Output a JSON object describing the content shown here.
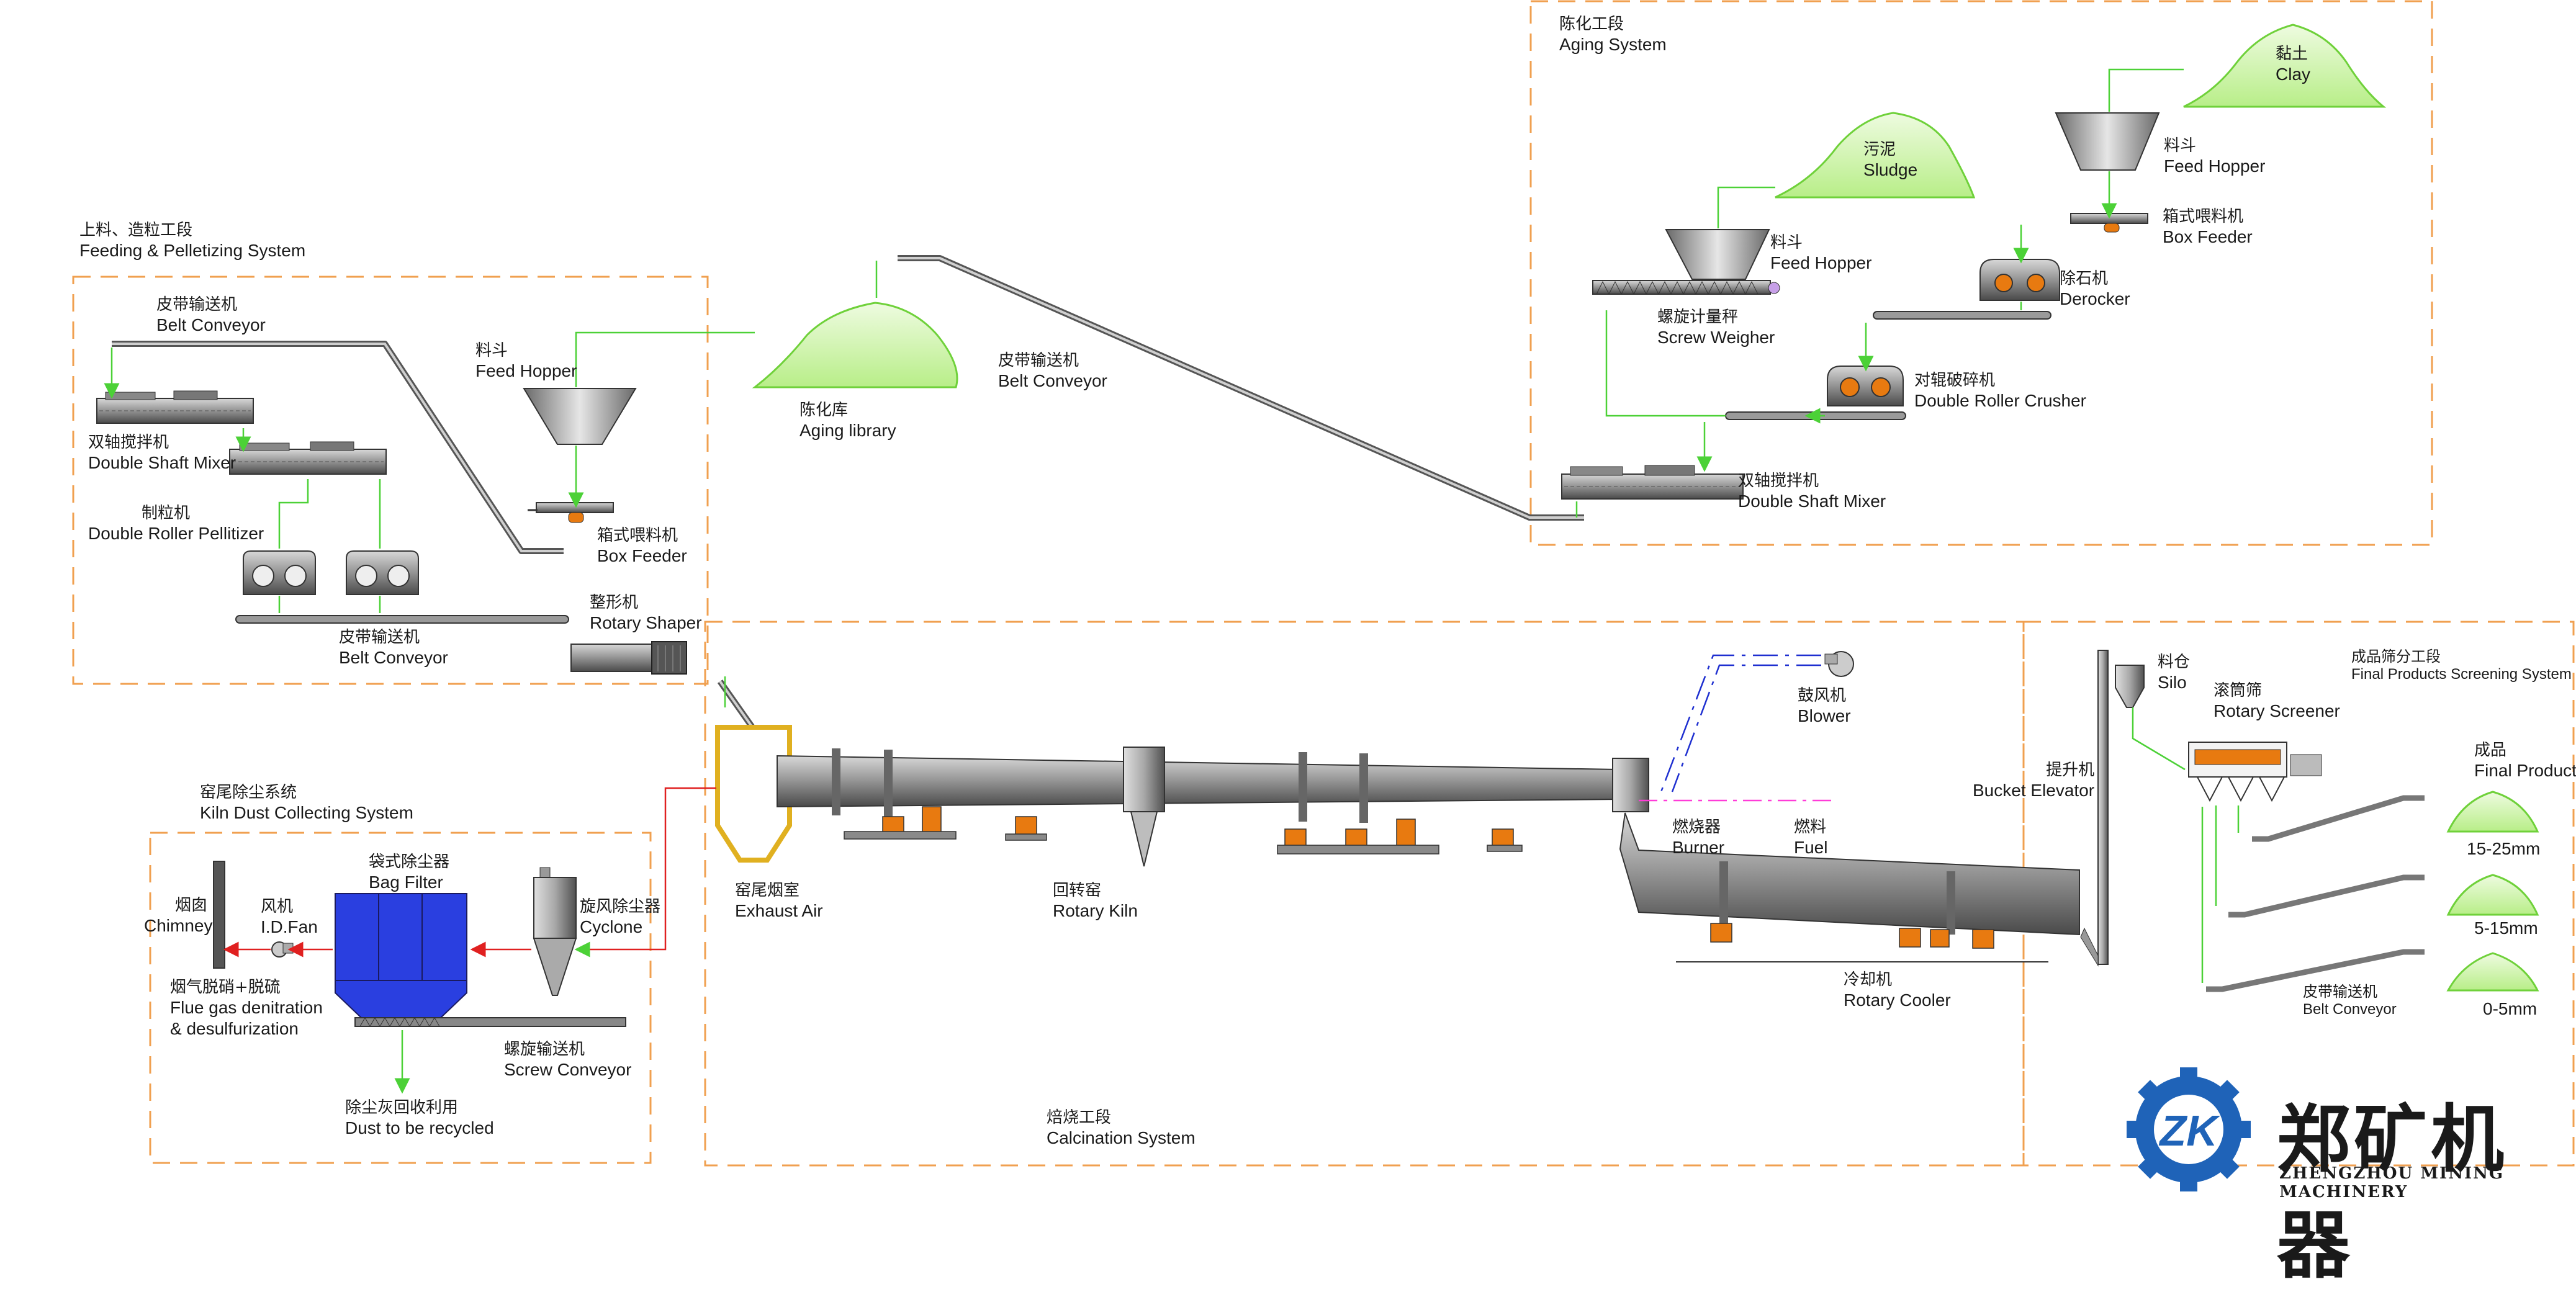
{
  "systems": {
    "feeding": {
      "zh": "上料、造粒工段",
      "en": "Feeding & Pelletizing System"
    },
    "aging": {
      "zh": "陈化工段",
      "en": "Aging System"
    },
    "kiln_dust": {
      "zh": "窑尾除尘系统",
      "en": "Kiln Dust Collecting System"
    },
    "calcination": {
      "zh": "焙烧工段",
      "en": "Calcination System"
    },
    "screening": {
      "zh": "成品筛分工段",
      "en": "Final Products Screening System"
    }
  },
  "labels": {
    "belt_conveyor_1": {
      "zh": "皮带输送机",
      "en": "Belt Conveyor"
    },
    "double_shaft_mixer_1": {
      "zh": "双轴搅拌机",
      "en": "Double Shaft Mixer"
    },
    "pelletizer": {
      "zh": "制粒机",
      "en": "Double Roller Pellitizer"
    },
    "belt_conveyor_2": {
      "zh": "皮带输送机",
      "en": "Belt Conveyor"
    },
    "feed_hopper_1": {
      "zh": "料斗",
      "en": "Feed Hopper"
    },
    "box_feeder_1": {
      "zh": "箱式喂料机",
      "en": "Box Feeder"
    },
    "rotary_shaper": {
      "zh": "整形机",
      "en": "Rotary Shaper"
    },
    "aging_library": {
      "zh": "陈化库",
      "en": "Aging library"
    },
    "belt_conveyor_3": {
      "zh": "皮带输送机",
      "en": "Belt Conveyor"
    },
    "sludge": {
      "zh": "污泥",
      "en": "Sludge"
    },
    "feed_hopper_2": {
      "zh": "料斗",
      "en": "Feed Hopper"
    },
    "screw_weigher": {
      "zh": "螺旋计量秤",
      "en": "Screw Weigher"
    },
    "clay": {
      "zh": "黏土",
      "en": "Clay"
    },
    "feed_hopper_3": {
      "zh": "料斗",
      "en": "Feed Hopper"
    },
    "box_feeder_2": {
      "zh": "箱式喂料机",
      "en": "Box Feeder"
    },
    "derocker": {
      "zh": "除石机",
      "en": "Derocker"
    },
    "double_roller_crusher": {
      "zh": "对辊破碎机",
      "en": "Double Roller Crusher"
    },
    "double_shaft_mixer_2": {
      "zh": "双轴搅拌机",
      "en": "Double Shaft Mixer"
    },
    "chimney": {
      "zh": "烟囱",
      "en": "Chimney"
    },
    "id_fan": {
      "zh": "风机",
      "en": "I.D.Fan"
    },
    "bag_filter": {
      "zh": "袋式除尘器",
      "en": "Bag Filter"
    },
    "cyclone": {
      "zh": "旋风除尘器",
      "en": "Cyclone"
    },
    "flue_gas": {
      "zh": "烟气脱硝+脱硫",
      "en1": "Flue gas denitration",
      "en2": "& desulfurization"
    },
    "screw_conveyor": {
      "zh": "螺旋输送机",
      "en": "Screw Conveyor"
    },
    "dust_recycled": {
      "zh": "除尘灰回收利用",
      "en": "Dust to be recycled"
    },
    "exhaust_air": {
      "zh": "窑尾烟室",
      "en": "Exhaust Air"
    },
    "rotary_kiln": {
      "zh": "回转窑",
      "en": "Rotary Kiln"
    },
    "blower": {
      "zh": "鼓风机",
      "en": "Blower"
    },
    "burner": {
      "zh": "燃烧器",
      "en": "Burner"
    },
    "fuel": {
      "zh": "燃料",
      "en": "Fuel"
    },
    "rotary_cooler": {
      "zh": "冷却机",
      "en": "Rotary Cooler"
    },
    "bucket_elevator": {
      "zh": "提升机",
      "en": "Bucket Elevator"
    },
    "silo": {
      "zh": "料仓",
      "en": "Silo"
    },
    "rotary_screener": {
      "zh": "滚筒筛",
      "en": "Rotary Screener"
    },
    "final_products": {
      "zh": "成品",
      "en": "Final Products"
    },
    "belt_conveyor_4": {
      "zh": "皮带输送机",
      "en": "Belt Conveyor"
    }
  },
  "sizes": {
    "s1": "15-25mm",
    "s2": "5-15mm",
    "s3": "0-5mm"
  },
  "logo": {
    "zh": "郑矿机器",
    "en": "ZHENGZHOU MINING MACHINERY",
    "mark": "ZK"
  },
  "colors": {
    "section_border": "#f0a050",
    "material_flow": "#4cd137",
    "air_flow": "#e02020",
    "fuel_flow": "#ff3cd8",
    "blower_line": "#1e2fd0",
    "bag_filter": "#2a3fe0",
    "machine_orange": "#e87a10",
    "logo_blue": "#1f63b8"
  }
}
